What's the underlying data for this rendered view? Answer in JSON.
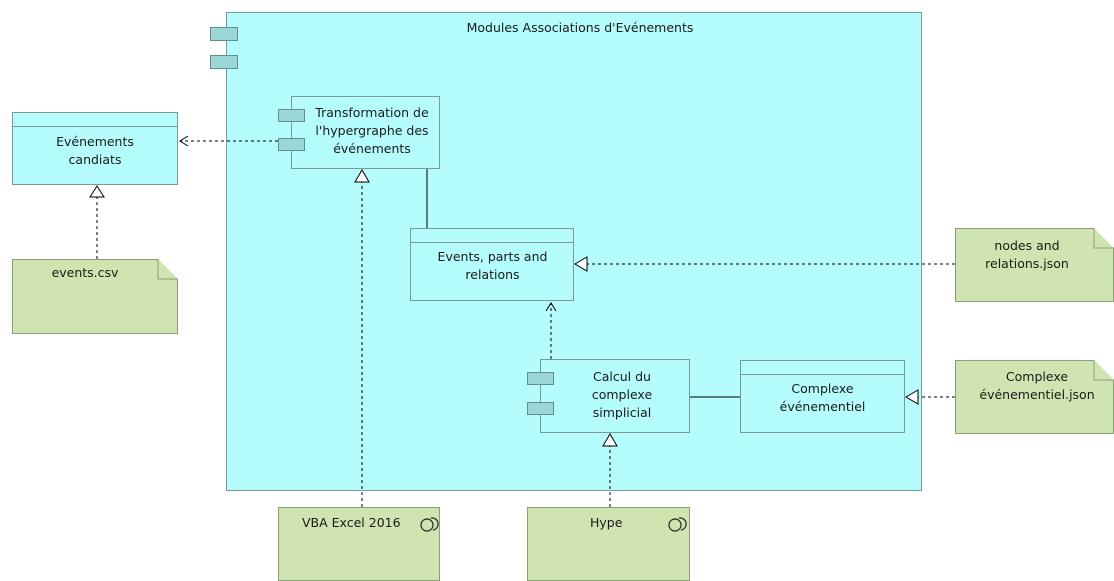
{
  "module": {
    "title": "Modules Associations d'Evénements"
  },
  "nodes": {
    "transformation": "Transformation de l'hypergraphe des événements",
    "evenements_candiats": "Evénements candiats",
    "events_parts": "Events, parts and relations",
    "calcul": "Calcul du complexe simplicial",
    "complexe": "Complexe événementiel",
    "events_csv": "events.csv",
    "nodes_relations": "nodes and relations.json",
    "complexe_json": "Complexe événementiel.json",
    "vba": "VBA Excel 2016",
    "hype": "Hype"
  },
  "colors": {
    "module_fill": "#b5fcfc",
    "artifact_fill": "#cfe4b0",
    "line": "#000000"
  }
}
